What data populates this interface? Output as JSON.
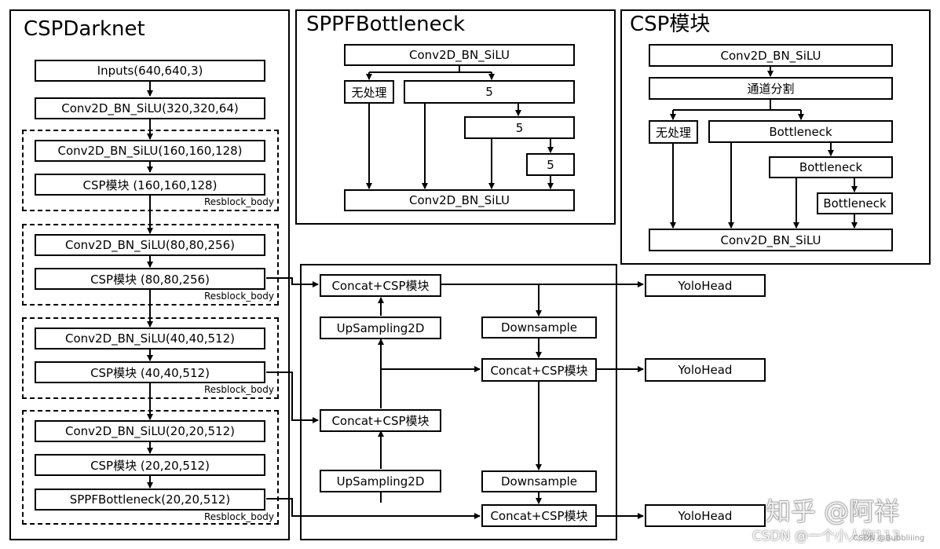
{
  "csp_darknet": {
    "title": "CSPDarknet",
    "inputs": "Inputs(640,640,3)",
    "conv_320": "Conv2D_BN_SiLU(320,320,64)",
    "conv_160": "Conv2D_BN_SiLU(160,160,128)",
    "csp_160": "CSP模块 (160,160,128)",
    "conv_80": "Conv2D_BN_SiLU(80,80,256)",
    "csp_80": "CSP模块 (80,80,256)",
    "conv_40": "Conv2D_BN_SiLU(40,40,512)",
    "csp_40": "CSP模块 (40,40,512)",
    "conv_20": "Conv2D_BN_SiLU(20,20,512)",
    "csp_20": "CSP模块 (20,20,512)",
    "sppf_20": "SPPFBottleneck(20,20,512)",
    "resblock_label": "Resblock_body"
  },
  "sppf": {
    "title": "SPPFBottleneck",
    "conv_top": "Conv2D_BN_SiLU",
    "passthrough": "无处理",
    "pool1": "5",
    "pool2": "5",
    "pool3": "5",
    "conv_bottom": "Conv2D_BN_SiLU"
  },
  "csp_module": {
    "title": "CSP模块",
    "conv_top": "Conv2D_BN_SiLU",
    "split": "通道分割",
    "passthrough": "无处理",
    "bottleneck1": "Bottleneck",
    "bottleneck2": "Bottleneck",
    "bottleneck3": "Bottleneck",
    "conv_bottom": "Conv2D_BN_SiLU"
  },
  "neck": {
    "concat_top": "Concat+CSP模块",
    "upsample_top": "UpSampling2D",
    "concat_mid": "Concat+CSP模块",
    "upsample_bottom": "UpSampling2D",
    "downsample_top": "Downsample",
    "concat_right_mid": "Concat+CSP模块",
    "downsample_bottom": "Downsample",
    "concat_right_bottom": "Concat+CSP模块"
  },
  "heads": {
    "head1": "YoloHead",
    "head2": "YoloHead",
    "head3": "YoloHead"
  },
  "watermarks": {
    "zhihu": "知乎 @阿祥",
    "csdn": "CSDN @一个小人物113",
    "csdn_small": "CSDN @Bubbliiing"
  }
}
